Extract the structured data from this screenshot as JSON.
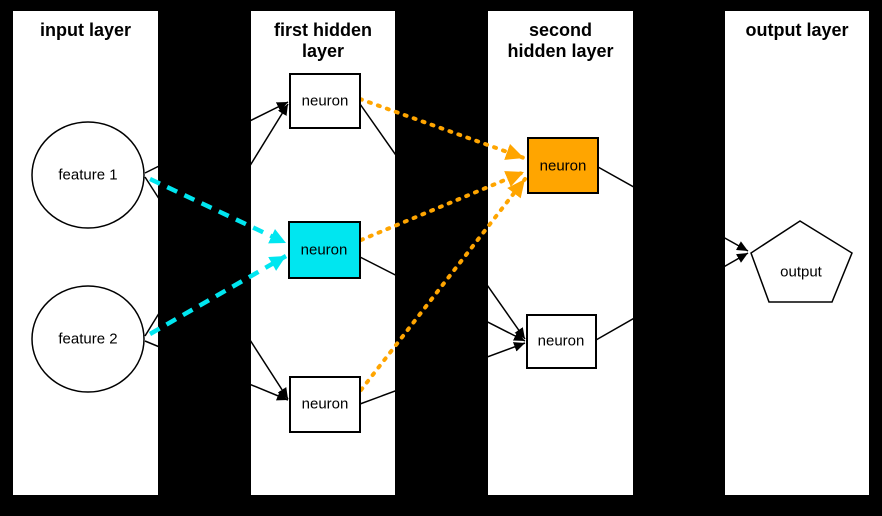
{
  "colors": {
    "cyan": "#00e6f0",
    "orange": "#ffa500",
    "line_black": "#000000",
    "panel_bg": "#ffffff",
    "canvas_bg": "#000000"
  },
  "panels": [
    {
      "id": "input",
      "title_lines": [
        "input layer"
      ]
    },
    {
      "id": "hidden1",
      "title_lines": [
        "first hidden",
        "layer"
      ]
    },
    {
      "id": "hidden2",
      "title_lines": [
        "second",
        "hidden layer"
      ]
    },
    {
      "id": "output",
      "title_lines": [
        "output layer"
      ]
    }
  ],
  "nodes": {
    "feature1": {
      "label": "feature 1",
      "shape": "circle",
      "fill": "#ffffff"
    },
    "feature2": {
      "label": "feature 2",
      "shape": "circle",
      "fill": "#ffffff"
    },
    "h1top": {
      "label": "neuron",
      "shape": "rect",
      "fill": "#ffffff"
    },
    "h1mid": {
      "label": "neuron",
      "shape": "rect",
      "fill": "cyan"
    },
    "h1bot": {
      "label": "neuron",
      "shape": "rect",
      "fill": "#ffffff"
    },
    "h2top": {
      "label": "neuron",
      "shape": "rect",
      "fill": "orange"
    },
    "h2bot": {
      "label": "neuron",
      "shape": "rect",
      "fill": "#ffffff"
    },
    "output": {
      "label": "output",
      "shape": "pentagon",
      "fill": "#ffffff"
    }
  },
  "edges": [
    {
      "from": "feature1",
      "to": "h1top",
      "style": "solid-black"
    },
    {
      "from": "feature1",
      "to": "h1mid",
      "style": "dashed-cyan"
    },
    {
      "from": "feature1",
      "to": "h1bot",
      "style": "solid-black"
    },
    {
      "from": "feature2",
      "to": "h1top",
      "style": "solid-black"
    },
    {
      "from": "feature2",
      "to": "h1mid",
      "style": "dashed-cyan"
    },
    {
      "from": "feature2",
      "to": "h1bot",
      "style": "solid-black"
    },
    {
      "from": "h1top",
      "to": "h2top",
      "style": "dotted-orange"
    },
    {
      "from": "h1top",
      "to": "h2bot",
      "style": "solid-black"
    },
    {
      "from": "h1mid",
      "to": "h2top",
      "style": "dotted-orange"
    },
    {
      "from": "h1mid",
      "to": "h2bot",
      "style": "solid-black"
    },
    {
      "from": "h1bot",
      "to": "h2top",
      "style": "dotted-orange"
    },
    {
      "from": "h1bot",
      "to": "h2bot",
      "style": "solid-black"
    },
    {
      "from": "h2top",
      "to": "output",
      "style": "solid-black"
    },
    {
      "from": "h2bot",
      "to": "output",
      "style": "solid-black"
    }
  ]
}
